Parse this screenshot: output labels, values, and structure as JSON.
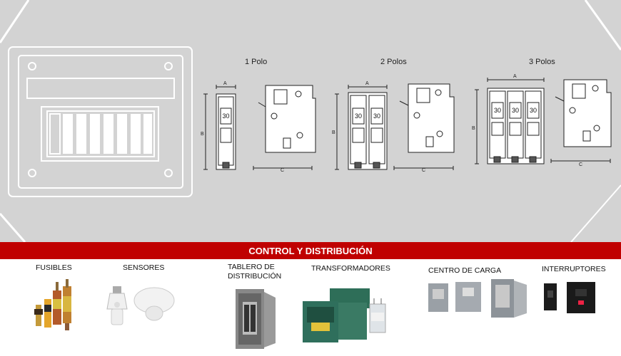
{
  "diagram": {
    "poles": [
      {
        "label": "1 Polo",
        "rating": "30"
      },
      {
        "label": "2 Polos",
        "rating": "30"
      },
      {
        "label": "3 Polos",
        "rating": "30"
      }
    ],
    "dimension_letters": {
      "width": "A",
      "height": "B",
      "depth": "C"
    }
  },
  "banner": {
    "title": "CONTROL Y DISTRIBUCIÓN"
  },
  "categories": [
    {
      "label": "FUSIBLES"
    },
    {
      "label": "SENSORES"
    },
    {
      "label": "TABLERO DE DISTRIBUCIÓN"
    },
    {
      "label": "TRANSFORMADORES"
    },
    {
      "label": "CENTRO DE CARGA"
    },
    {
      "label": "INTERRUPTORES"
    }
  ],
  "colors": {
    "banner": "#c00000",
    "diagram_bg": "#d3d3d3"
  }
}
